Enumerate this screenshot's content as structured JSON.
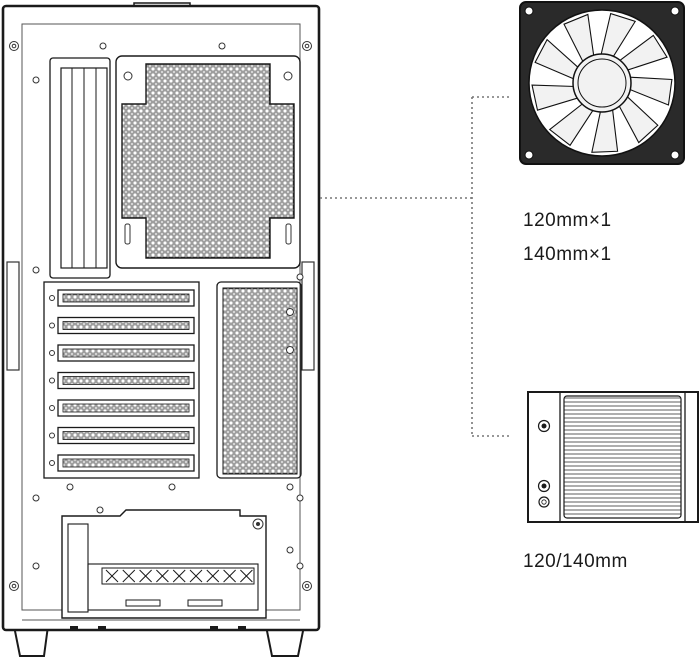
{
  "rear_fan": {
    "sizes": [
      "120mm×1",
      "140mm×1"
    ]
  },
  "radiator": {
    "size": "120/140mm"
  },
  "colors": {
    "line": "#1a1a1a",
    "case_fill": "#ffffff",
    "fan_frame": "#2a2a2a",
    "fan_blade": "#f2f2f2"
  }
}
